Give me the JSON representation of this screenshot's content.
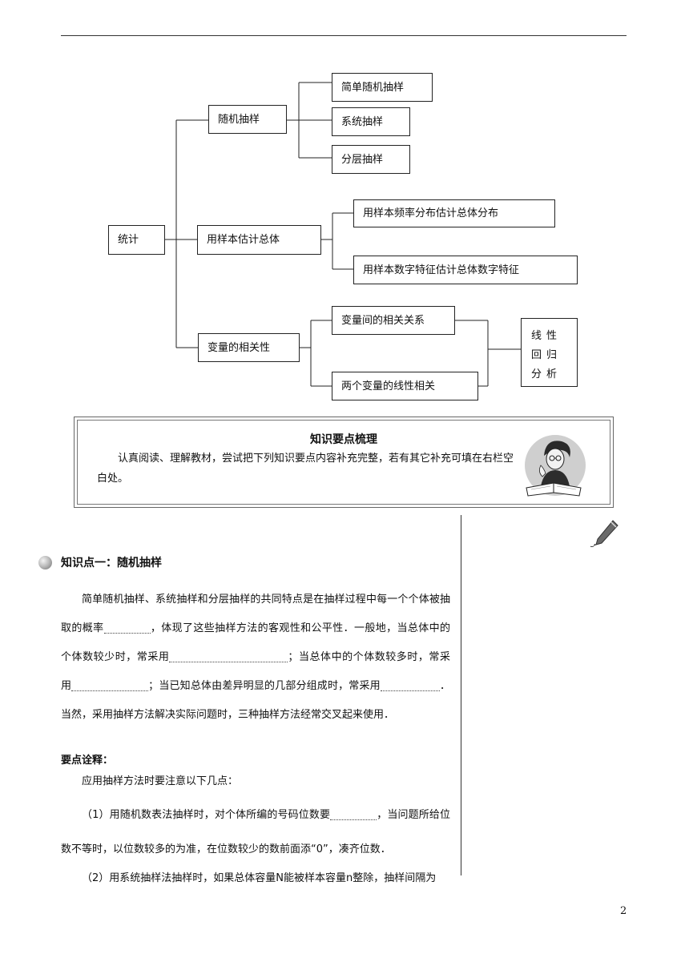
{
  "diagram": {
    "root": "统计",
    "branches": [
      {
        "label": "随机抽样",
        "children": [
          "简单随机抽样",
          "系统抽样",
          "分层抽样"
        ]
      },
      {
        "label": "用样本估计总体",
        "children": [
          "用样本频率分布估计总体分布",
          "用样本数字特征估计总体数字特征"
        ]
      },
      {
        "label": "变量的相关性",
        "children": [
          "变量间的相关关系",
          "两个变量的线性相关"
        ],
        "result": "线性回归分析"
      }
    ]
  },
  "knowledge_box": {
    "title": "知识要点梳理",
    "text": "认真阅读、理解教材，尝试把下列知识要点内容补充完整，若有其它补充可填在右栏空白处。"
  },
  "section": {
    "title": "知识点一：随机抽样",
    "para1": {
      "s1": "简单随机抽样、系统抽样和分层抽样的共同特点是在抽样过程中每一个个体被抽取的概率",
      "s2": "，体现了这些抽样方法的客观性和公平性．一般地，当总体中的个体数较少时，常采用",
      "s3": "；当总体中的个体数较多时，常采用",
      "s4": "；当已知总体由差异明显的几部分组成时，常采用",
      "s5": "．当然，采用抽样方法解决实际问题时，三种抽样方法经常交叉起来使用．"
    },
    "notes_heading": "要点诠释：",
    "notes_intro": "应用抽样方法时要注意以下几点：",
    "note1": {
      "s1": "（1）用随机数表法抽样时，对个体所编的号码位数要",
      "s2": "，当问题所给位数不等时，以位数较多的为准，在位数较少的数前面添“0”，凑齐位数．"
    },
    "note2": "（2）用系统抽样法抽样时，如果总体容量N能被样本容量n整除，抽样间隔为"
  },
  "page_number": "2"
}
